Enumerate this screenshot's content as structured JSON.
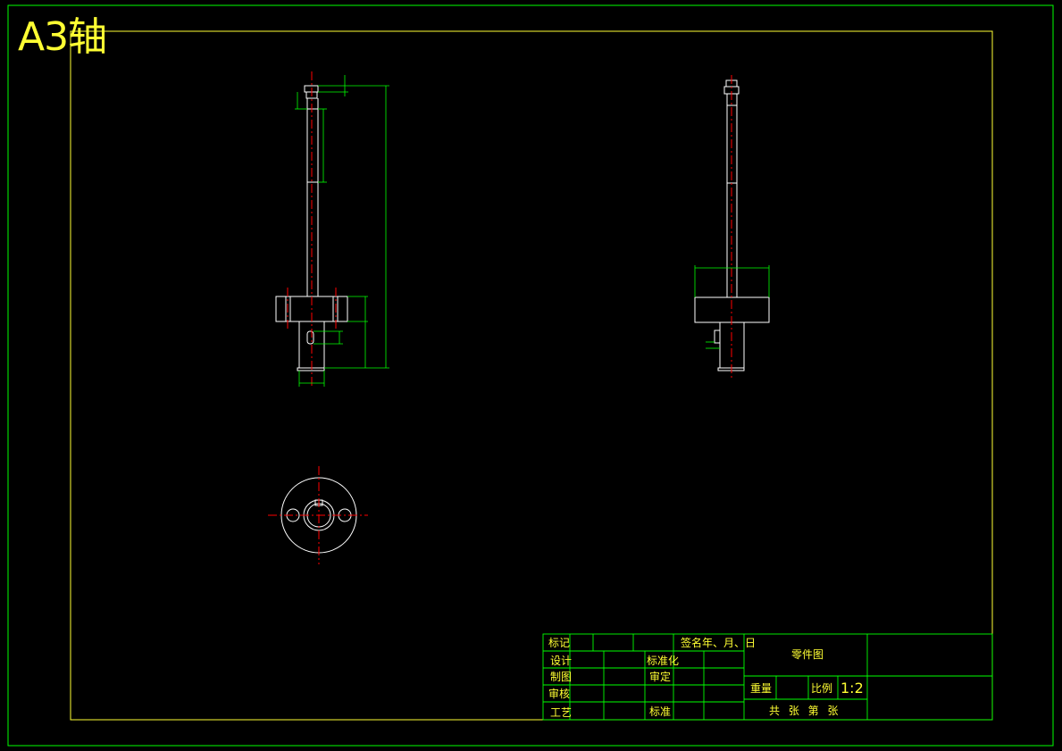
{
  "sheet": {
    "title": "A3轴"
  },
  "title_block": {
    "mark": "标记",
    "signature_date": "签名年、月、日",
    "design": "设计",
    "standardization": "标准化",
    "drafting": "制图",
    "approval": "审定",
    "review": "审核",
    "process": "工艺",
    "approve_std": "标准",
    "part_drawing": "零件图",
    "weight": "重量",
    "scale_label": "比例",
    "scale_value": "1:2",
    "sheets": "共  张  第  张"
  },
  "colors": {
    "background": "#000000",
    "frame": "#00ff00",
    "inner_frame": "#ffff33",
    "outline": "#ffffff",
    "centerline": "#ff0000",
    "dimension": "#00ff00"
  }
}
